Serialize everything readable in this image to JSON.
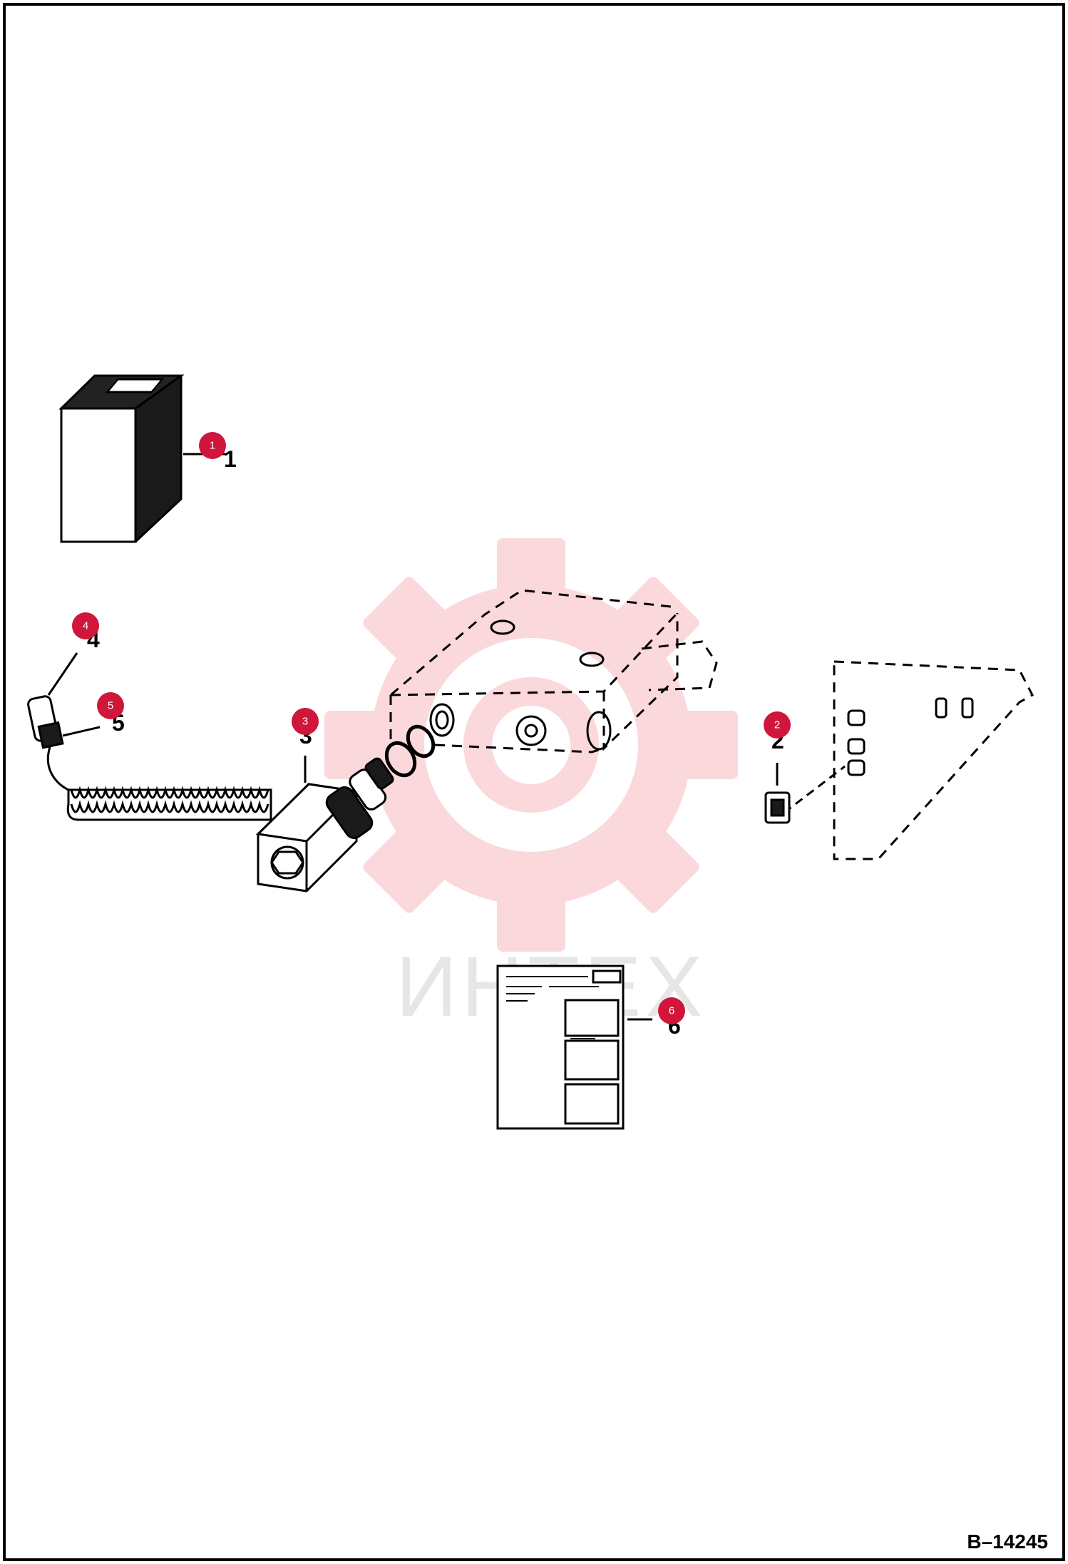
{
  "figure_id": "B–14245",
  "watermark": {
    "text": "ИНТЕХ",
    "color": "#e8303f"
  },
  "badge_color": "#d0163a",
  "callouts": [
    {
      "badge": "1",
      "label": "1"
    },
    {
      "badge": "2",
      "label": "2"
    },
    {
      "badge": "3",
      "label": "3"
    },
    {
      "badge": "4",
      "label": "4"
    },
    {
      "badge": "5",
      "label": "5"
    },
    {
      "badge": "6",
      "label": "6"
    }
  ],
  "parts": [
    {
      "id": "1",
      "icon": "solenoid-coil-box-icon"
    },
    {
      "id": "2",
      "icon": "bracket-clip-icon"
    },
    {
      "id": "3",
      "icon": "solenoid-valve-icon"
    },
    {
      "id": "4",
      "icon": "connector-plug-icon"
    },
    {
      "id": "5",
      "icon": "connector-seal-icon"
    },
    {
      "id": "6",
      "icon": "instruction-sheet-icon"
    }
  ]
}
